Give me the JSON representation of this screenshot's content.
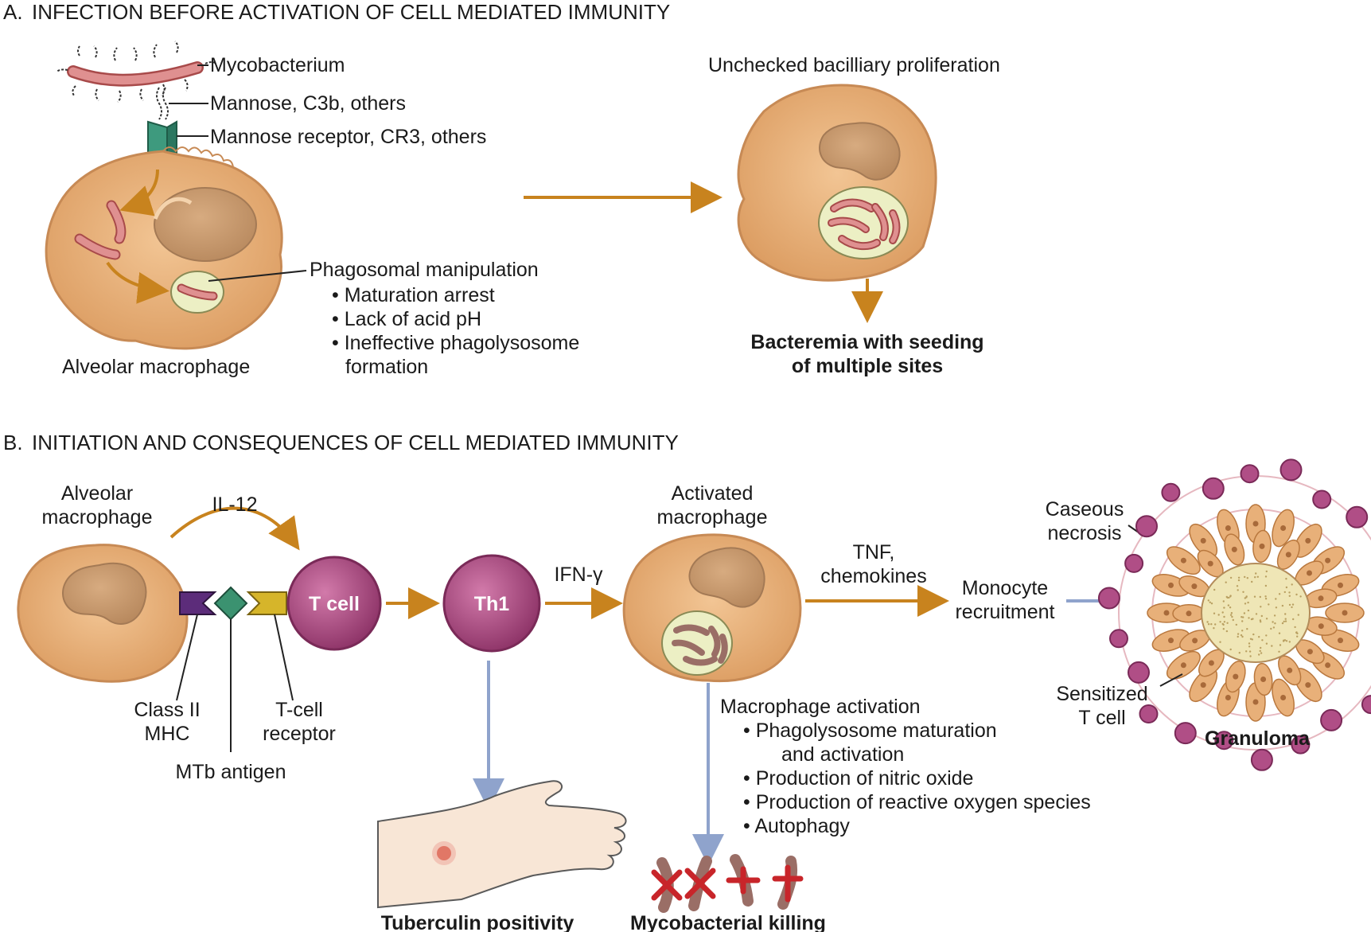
{
  "section_a": {
    "heading_letter": "A.",
    "heading": "INFECTION BEFORE ACTIVATION OF CELL MEDIATED IMMUNITY",
    "mycobacterium": "Mycobacterium",
    "ligands": "Mannose, C3b, others",
    "receptors": "Mannose receptor, CR3, others",
    "phagosomal_title": "Phagosomal manipulation",
    "phagosomal_items": [
      "Maturation arrest",
      "Lack of acid pH",
      "Ineffective phagolysosome",
      "formation"
    ],
    "alveolar_macrophage": "Alveolar macrophage",
    "unchecked": "Unchecked bacilliary proliferation",
    "bacteremia_1": "Bacteremia with seeding",
    "bacteremia_2": "of multiple sites"
  },
  "section_b": {
    "heading_letter": "B.",
    "heading": "INITIATION AND CONSEQUENCES OF CELL MEDIATED IMMUNITY",
    "alveolar_1": "Alveolar",
    "alveolar_2": "macrophage",
    "il12": "IL-12",
    "t_cell": "T cell",
    "class2_1": "Class II",
    "class2_2": "MHC",
    "tcr_1": "T-cell",
    "tcr_2": "receptor",
    "mtb_antigen": "MTb antigen",
    "th1": "Th1",
    "ifn": "IFN-γ",
    "activated_1": "Activated",
    "activated_2": "macrophage",
    "tnf_1": "TNF,",
    "tnf_2": "chemokines",
    "monocyte_1": "Monocyte",
    "monocyte_2": "recruitment",
    "caseous_1": "Caseous",
    "caseous_2": "necrosis",
    "sensitized_1": "Sensitized",
    "sensitized_2": "T cell",
    "granuloma": "Granuloma",
    "activation_title": "Macrophage activation",
    "activation_items": [
      "Phagolysosome maturation",
      "and activation",
      "Production of nitric oxide",
      "Production of reactive oxygen species",
      "Autophagy"
    ],
    "tuberculin": "Tuberculin positivity",
    "killing": "Mycobacterial killing"
  },
  "colors": {
    "macrophage": "#e8b079",
    "nucleus": "#c89a70",
    "bacterium": "#d98a8a",
    "phagosome": "#ecefc4",
    "arrow_orange": "#c8831e",
    "arrow_blue": "#8fa3cc",
    "t_cell": "#b04e86",
    "receptor_green": "#3e9a7e",
    "mhc_purple": "#5c2c7a",
    "antigen_green": "#3b9270",
    "tcr_yellow": "#d6b52a",
    "kill_red": "#c8252a"
  }
}
